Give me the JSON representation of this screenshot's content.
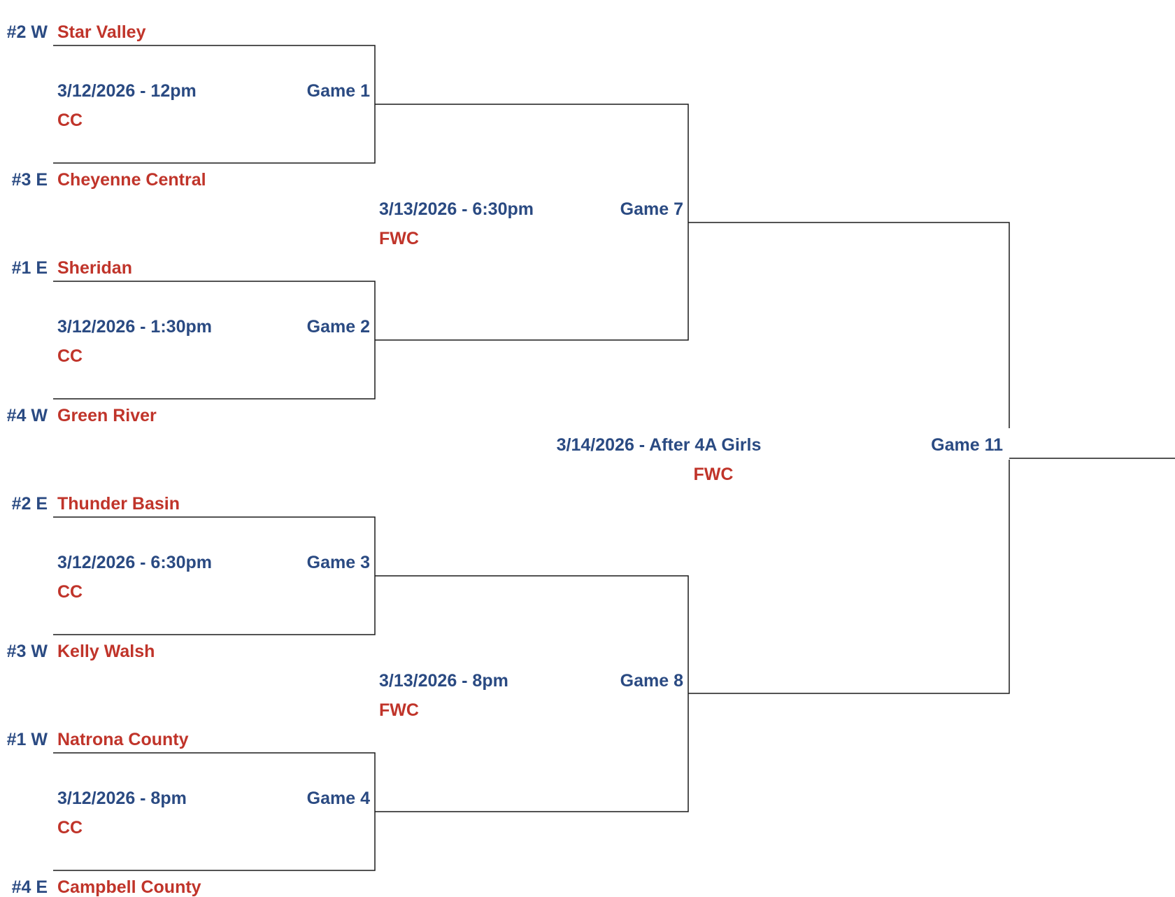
{
  "colors": {
    "seed": "#2a4a82",
    "team": "#c0342a",
    "info": "#2a4a82",
    "venue": "#c0342a",
    "line": "#1a1a1a"
  },
  "teams": [
    {
      "seed": "#2 W",
      "name": "Star Valley"
    },
    {
      "seed": "#3 E",
      "name": "Cheyenne Central"
    },
    {
      "seed": "#1 E",
      "name": "Sheridan"
    },
    {
      "seed": "#4 W",
      "name": "Green River"
    },
    {
      "seed": "#2 E",
      "name": "Thunder Basin"
    },
    {
      "seed": "#3 W",
      "name": "Kelly Walsh"
    },
    {
      "seed": "#1 W",
      "name": "Natrona County"
    },
    {
      "seed": "#4 E",
      "name": "Campbell County"
    }
  ],
  "games": [
    {
      "game": "Game 1",
      "datetime": "3/12/2026 - 12pm",
      "venue": "CC"
    },
    {
      "game": "Game 2",
      "datetime": "3/12/2026 - 1:30pm",
      "venue": "CC"
    },
    {
      "game": "Game 3",
      "datetime": "3/12/2026 - 6:30pm",
      "venue": "CC"
    },
    {
      "game": "Game 4",
      "datetime": "3/12/2026 - 8pm",
      "venue": "CC"
    },
    {
      "game": "Game 7",
      "datetime": "3/13/2026 - 6:30pm",
      "venue": "FWC"
    },
    {
      "game": "Game 8",
      "datetime": "3/13/2026 - 8pm",
      "venue": "FWC"
    },
    {
      "game": "Game 11",
      "datetime": "3/14/2026 - After 4A Girls",
      "venue": "FWC"
    }
  ]
}
